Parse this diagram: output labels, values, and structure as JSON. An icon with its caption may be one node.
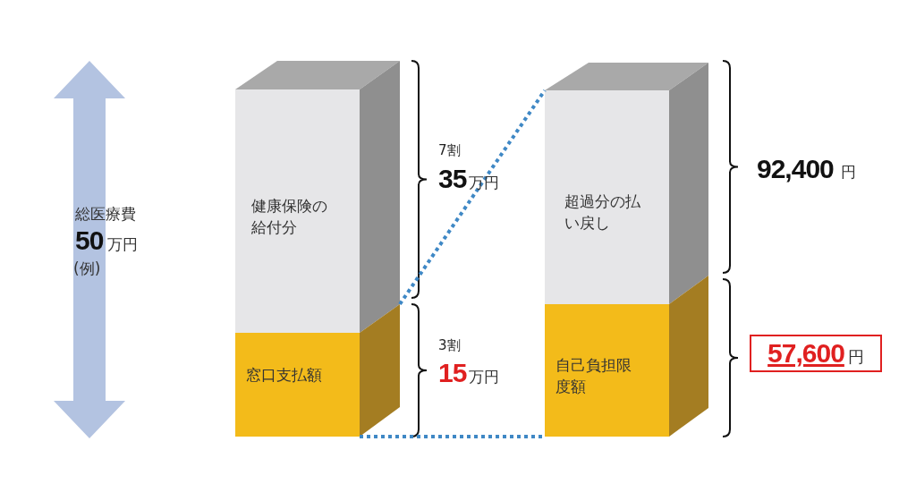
{
  "diagram": {
    "nodes": [
      {
        "text": [
          "健康保険の給付分"
        ]
      },
      {
        "text": [
          "窓口支払額"
        ]
      },
      {
        "text": [
          "超過分の払い戻し"
        ]
      },
      {
        "text": [
          "自己負担限度額"
        ]
      },
      {
        "text": [
          "57,600",
          "円"
        ]
      }
    ],
    "edges": [
      {
        "from": 1,
        "to": 2,
        "arrow": "none",
        "style": "dashed"
      },
      {
        "from": 1,
        "to": 3,
        "arrow": "none",
        "style": "dashed"
      }
    ],
    "labels": [
      "総医療費",
      "50",
      "万円",
      "(例)",
      "7割",
      "35",
      "万円",
      "3割",
      "15",
      "万円",
      "92,400",
      "円"
    ]
  }
}
